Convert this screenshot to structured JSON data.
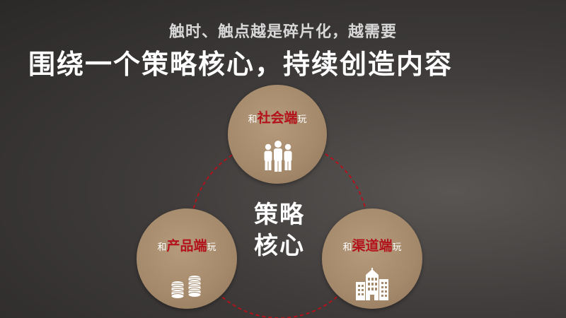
{
  "header": {
    "subtitle": "触时、触点越是碎片化，越需要",
    "title": "围绕一个策略核心，持续创造内容"
  },
  "core": {
    "line1": "策略",
    "line2": "核心"
  },
  "nodes": [
    {
      "prefix": "和",
      "highlight": "社会端",
      "suffix": "玩",
      "icon": "people-group-icon"
    },
    {
      "prefix": "和",
      "highlight": "产品端",
      "suffix": "玩",
      "icon": "coin-stack-icon"
    },
    {
      "prefix": "和",
      "highlight": "渠道端",
      "suffix": "玩",
      "icon": "city-buildings-icon"
    }
  ],
  "colors": {
    "node_fill": "#a5896b",
    "highlight": "#b3121b",
    "ring": "#b3121b"
  }
}
